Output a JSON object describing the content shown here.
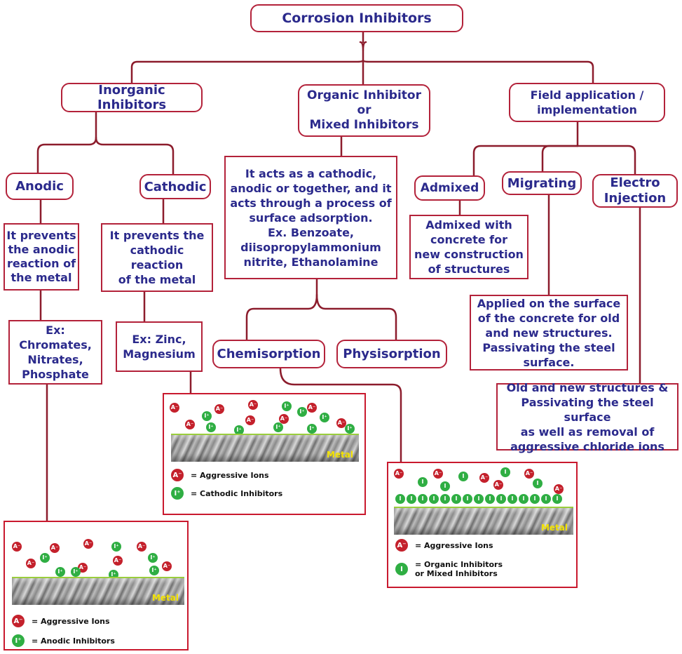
{
  "title": "Corrosion Inhibitors",
  "categories": {
    "inorganic": "Inorganic Inhibitors",
    "organic": "Organic Inhibitor\nor\nMixed Inhibitors",
    "field": "Field application /\nimplementation"
  },
  "inorganic": {
    "anodic": {
      "label": "Anodic",
      "description": "It prevents\nthe anodic\nreaction of\nthe metal",
      "example": "Ex: Chromates,\nNitrates,\nPhosphate"
    },
    "cathodic": {
      "label": "Cathodic",
      "description": "It prevents the\ncathodic reaction\nof the metal",
      "example": "Ex: Zinc,\nMagnesium"
    }
  },
  "organic": {
    "description": "It acts as a cathodic,\nanodic or together, and it\nacts through a process of\nsurface adsorption.\nEx. Benzoate,\ndiisopropylammonium\nnitrite, Ethanolamine",
    "chemisorption": "Chemisorption",
    "physisorption": "Physisorption"
  },
  "field": {
    "admixed": {
      "label": "Admixed",
      "description": "Admixed with\nconcrete for\nnew construction\nof structures"
    },
    "migrating": {
      "label": "Migrating",
      "description": "Applied on the surface\nof the concrete for old\nand new structures.\nPassivating  the steel\nsurface."
    },
    "electro": {
      "label": "Electro\nInjection",
      "description": "Old and new structures &\nPassivating the steel surface\nas well as removal of\naggressive chloride ions"
    }
  },
  "panels": {
    "metal_label": "Metal",
    "cathodic": {
      "legend_aggressive": "= Aggressive Ions",
      "legend_inhibitor": "= Cathodic Inhibitors"
    },
    "organic": {
      "legend_aggressive": "= Aggressive Ions",
      "legend_inhibitor": "= Organic Inhibitors\n   or Mixed Inhibitors"
    },
    "anodic": {
      "legend_aggressive": "= Aggressive Ions",
      "legend_inhibitor": "= Anodic Inhibitors"
    }
  },
  "ion_symbols": {
    "aggressive": "A⁻",
    "cathodic_inhibitor": "I⁺",
    "anodic_inhibitor": "I⁺",
    "organic_inhibitor": "I"
  },
  "colors": {
    "border": "#b3223a",
    "text": "#2b2a8c",
    "connector": "#8c1c2c",
    "aggressive_ion": "#c4212c",
    "inhibitor_ion": "#2fae43"
  }
}
